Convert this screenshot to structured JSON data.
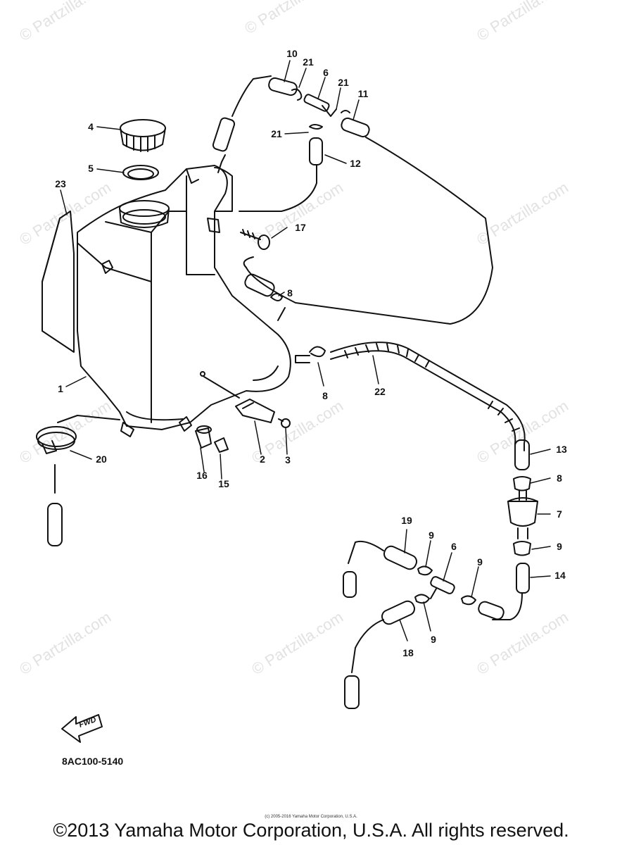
{
  "watermark_text": "© Partzilla.com",
  "callouts": {
    "c1": "1",
    "c2": "2",
    "c3": "3",
    "c4": "4",
    "c5": "5",
    "c6a": "6",
    "c6b": "6",
    "c7": "7",
    "c8a": "8",
    "c8b": "8",
    "c8c": "8",
    "c9a": "9",
    "c9b": "9",
    "c9c": "9",
    "c9d": "9",
    "c10": "10",
    "c11": "11",
    "c12": "12",
    "c13": "13",
    "c14": "14",
    "c15": "15",
    "c16": "16",
    "c17": "17",
    "c18": "18",
    "c19": "19",
    "c20": "20",
    "c21a": "21",
    "c21b": "21",
    "c21c": "21",
    "c22": "22",
    "c23": "23"
  },
  "fwd_label": "FWD",
  "diagram_code": "8AC100-5140",
  "small_copyright": "(c) 2005-2016 Yamaha Motor Corporation, U.S.A.",
  "copyright": "©2013 Yamaha Motor Corporation, U.S.A. All rights reserved."
}
